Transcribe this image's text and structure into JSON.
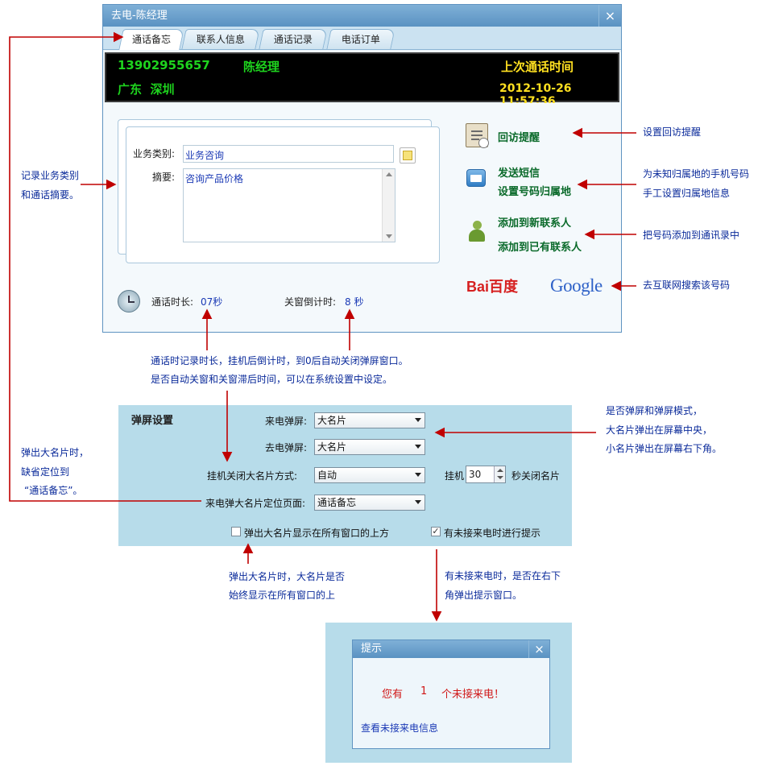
{
  "window": {
    "title": "去电-陈经理",
    "close_glyph": "×",
    "tabs": [
      {
        "label": "通话备忘",
        "active": true
      },
      {
        "label": "联系人信息",
        "active": false
      },
      {
        "label": "通话记录",
        "active": false
      },
      {
        "label": "电话订单",
        "active": false
      }
    ],
    "lcd": {
      "phone": "13902955657",
      "name": "陈经理",
      "last_call_label": "上次通话时间",
      "location": "广东  深圳",
      "last_call_time": "2012-10-26 11:57:36"
    },
    "memo": {
      "category_label": "业务类别:",
      "category_value": "业务咨询",
      "summary_label": "摘要:",
      "summary_value": "咨询产品价格"
    },
    "actions": {
      "callback_reminder": "回访提醒",
      "send_sms": "发送短信",
      "set_location": "设置号码归属地",
      "add_new_contact": "添加到新联系人",
      "add_existing_contact": "添加到已有联系人"
    },
    "search": {
      "baidu": "Bai百度",
      "google": "Google"
    },
    "status": {
      "duration_label": "通话时长:",
      "duration_value": "07秒",
      "countdown_label": "关窗倒计时:",
      "countdown_value": "8 秒"
    }
  },
  "annotations": {
    "memo_left_1": "记录业务类别",
    "memo_left_2": "和通话摘要。",
    "callback": "设置回访提醒",
    "location_1": "为未知归属地的手机号码",
    "location_2": "手工设置归属地信息",
    "contact": "把号码添加到通讯录中",
    "search": "去互联网搜索该号码",
    "timer_1": "通话时记录时长，挂机后倒计时，到0后自动关闭弹屏窗口。",
    "timer_2": "是否自动关窗和关窗滞后时间，可以在系统设置中设定。",
    "mode_1": "是否弹屏和弹屏模式，",
    "mode_2": "大名片弹出在屏幕中央，",
    "mode_3": "小名片弹出在屏幕右下角。",
    "locate_1": "弹出大名片时，",
    "locate_2": "缺省定位到",
    "locate_3": "“通话备忘”。",
    "ontop_1": "弹出大名片时，大名片是否",
    "ontop_2": "始终显示在所有窗口的上",
    "missed_1": "有未接来电时，是否在右下",
    "missed_2": "角弹出提示窗口。"
  },
  "settings": {
    "title": "弹屏设置",
    "incoming_label": "来电弹屏:",
    "incoming_value": "大名片",
    "outgoing_label": "去电弹屏:",
    "outgoing_value": "大名片",
    "hangup_label": "挂机关闭大名片方式:",
    "hangup_value": "自动",
    "hangup_prefix": "挂机",
    "hangup_seconds": "30",
    "hangup_suffix": "秒关闭名片",
    "locate_label": "来电弹大名片定位页面:",
    "locate_value": "通话备忘",
    "ontop_label": "弹出大名片显示在所有窗口的上方",
    "ontop_checked": false,
    "missed_label": "有未接来电时进行提示",
    "missed_checked": true
  },
  "popup": {
    "title": "提示",
    "close_glyph": "×",
    "msg_prefix": "您有",
    "msg_count": "1",
    "msg_suffix": "个未接来电！",
    "link": "查看未接来电信息"
  },
  "colors": {
    "annotation_text": "#0a2a9a",
    "arrow": "#c00000",
    "lcd_green": "#1ed41e",
    "lcd_yellow": "#ffe020",
    "panel_blue": "#b7dcea",
    "titlebar": "#5a92c2"
  }
}
